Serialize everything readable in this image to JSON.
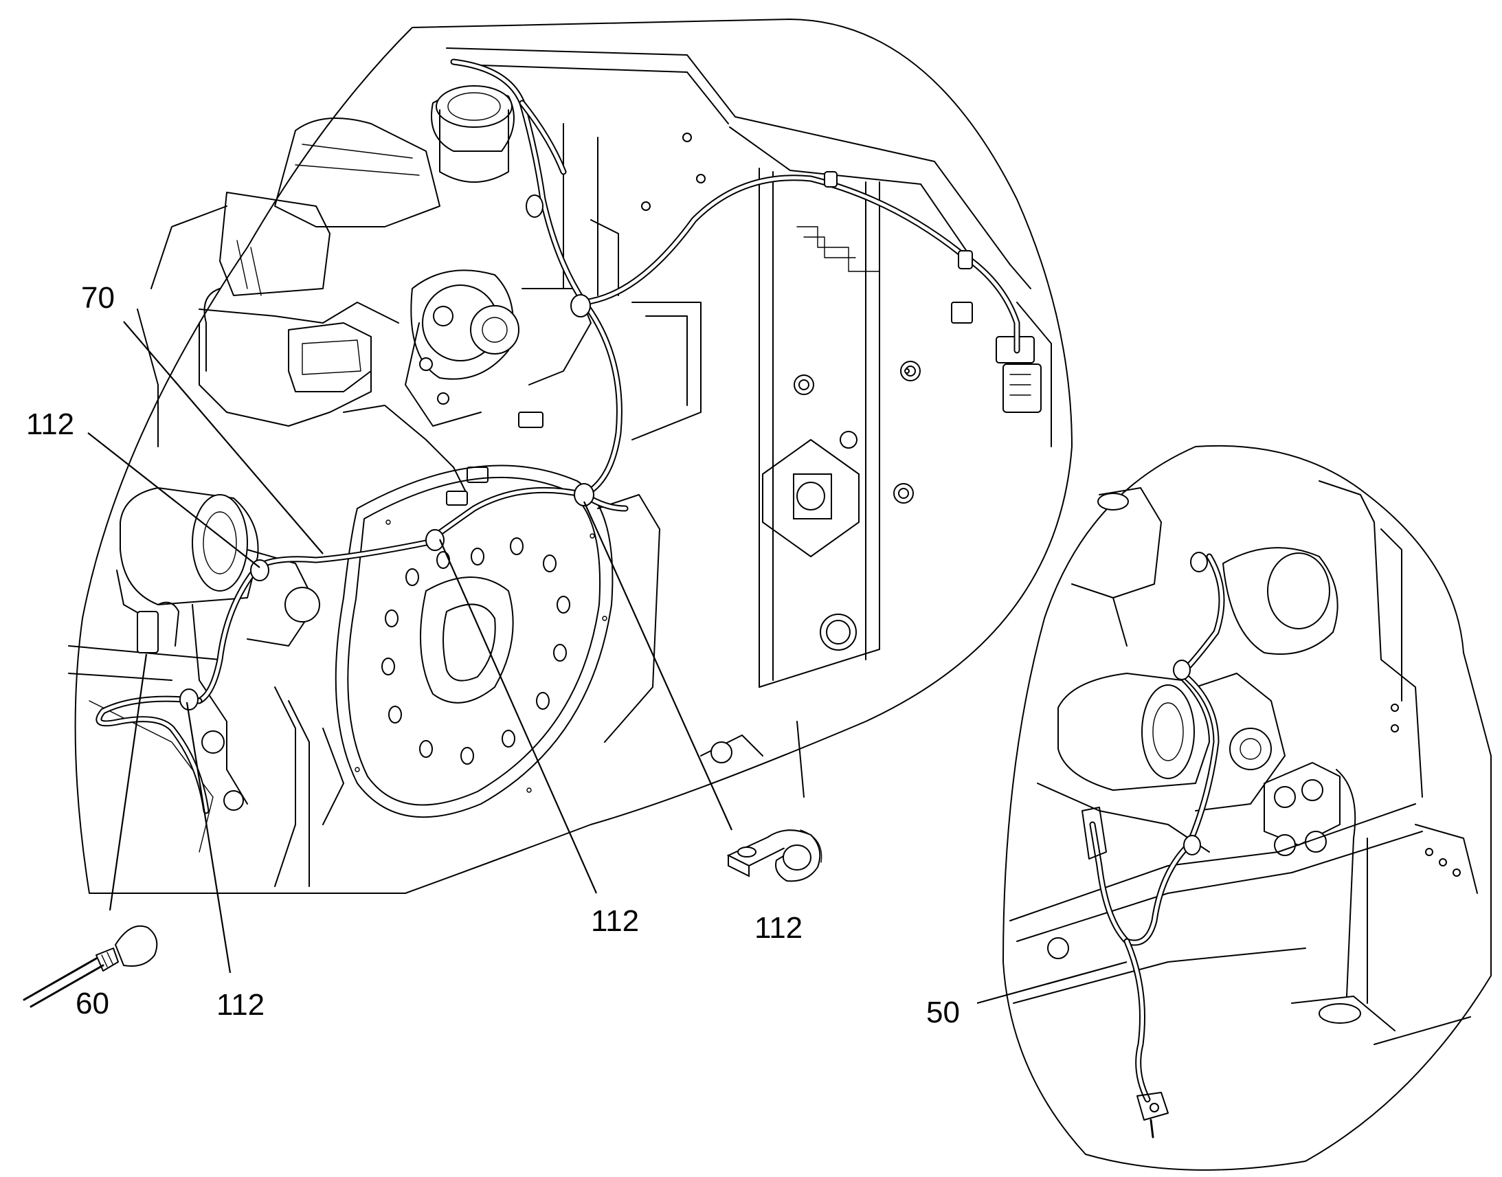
{
  "callouts": {
    "c70": "70",
    "c112_left": "112",
    "c112_lower_left": "112",
    "c112_center": "112",
    "c112_clamp": "112",
    "c60": "60",
    "c50": "50"
  },
  "colors": {
    "line": "#000000",
    "background": "#ffffff"
  }
}
